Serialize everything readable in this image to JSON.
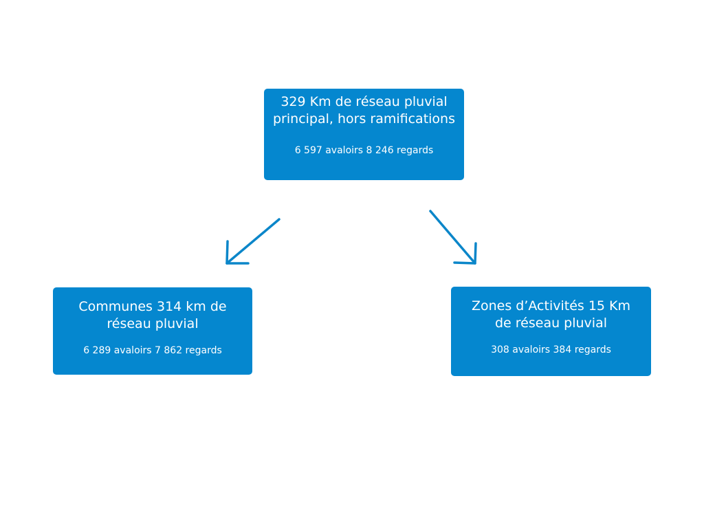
{
  "colors": {
    "box_fill": "#0587cf",
    "box_text": "#ffffff",
    "arrow": "#0b86c9",
    "background": "#ffffff"
  },
  "diagram": {
    "root": {
      "title": "329 Km de réseau pluvial principal, hors ramifications",
      "detail": "6 597 avaloirs 8 246 regards"
    },
    "children": [
      {
        "title": "Communes 314 km de réseau pluvial",
        "detail": "6 289 avaloirs 7 862 regards"
      },
      {
        "title": "Zones d’Activités 15 Km de réseau pluvial",
        "detail": "308 avaloirs 384 regards"
      }
    ]
  }
}
